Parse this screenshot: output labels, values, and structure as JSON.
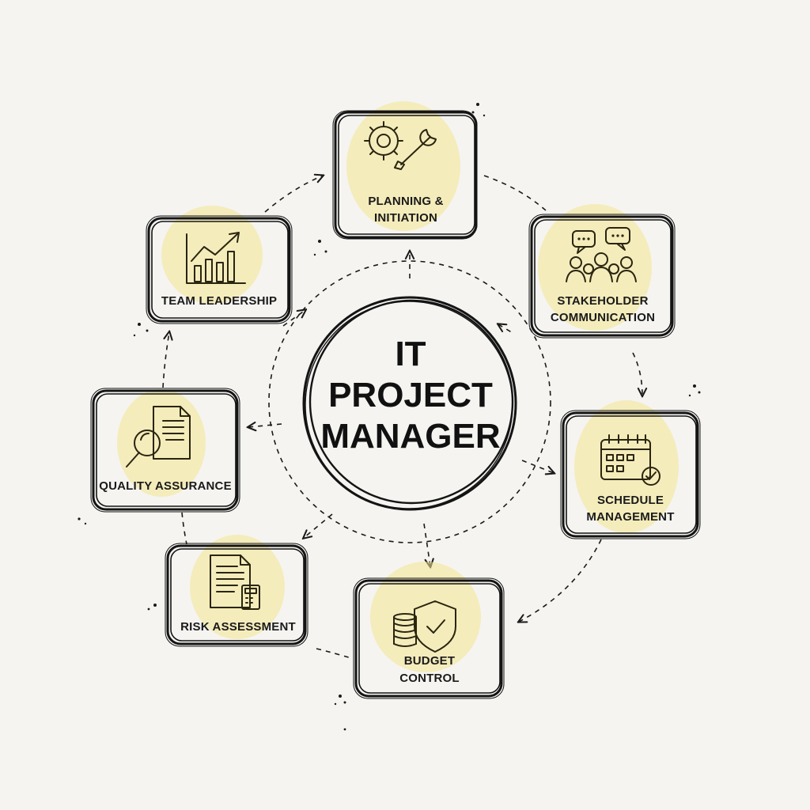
{
  "center": {
    "lines": [
      "IT",
      "PROJECT",
      "MANAGER"
    ]
  },
  "nodes": [
    {
      "id": "planning",
      "lines": [
        "PLANNING &",
        "INITIATION"
      ],
      "icon": "gear-wrench-icon"
    },
    {
      "id": "stakeholder",
      "lines": [
        "STAKEHOLDER",
        "COMMUNICATION"
      ],
      "icon": "people-speech-bubbles-icon"
    },
    {
      "id": "schedule",
      "lines": [
        "SCHEDULE",
        "MANAGEMENT"
      ],
      "icon": "calendar-check-icon"
    },
    {
      "id": "budget",
      "lines": [
        "BUDGET",
        "CONTROL"
      ],
      "icon": "coins-shield-icon"
    },
    {
      "id": "risk",
      "lines": [
        "RISK ASSESSMENT"
      ],
      "icon": "document-calculator-icon"
    },
    {
      "id": "quality",
      "lines": [
        "QUALITY ASSURANCE"
      ],
      "icon": "magnifier-document-icon"
    },
    {
      "id": "team",
      "lines": [
        "TEAM LEADERSHIP"
      ],
      "icon": "growth-chart-icon"
    }
  ],
  "colors": {
    "ink": "#141414",
    "highlight": "#f3e58e",
    "paper": "#f5f4f1"
  }
}
